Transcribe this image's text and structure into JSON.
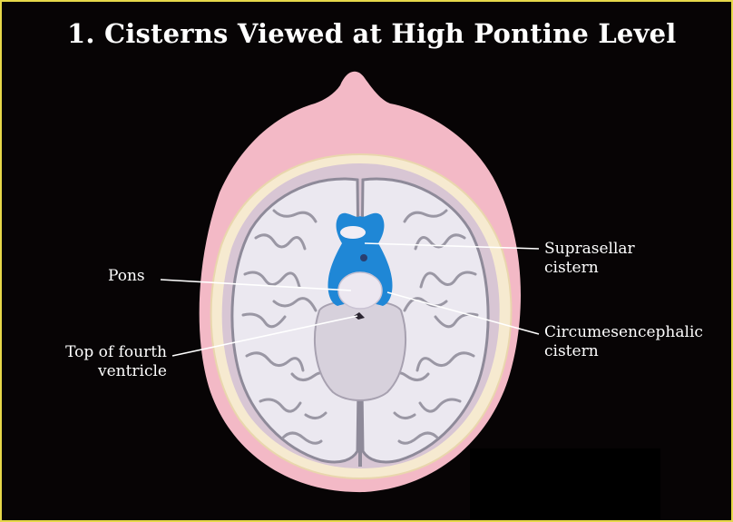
{
  "title": "1. Cisterns Viewed at High Pontine Level",
  "labels": {
    "pons": "Pons",
    "fourth_ventricle_line1": "Top of fourth",
    "fourth_ventricle_line2": "ventricle",
    "suprasellar_line1": "Suprasellar",
    "suprasellar_line2": "cistern",
    "circum_line1": "Circumesencephalic",
    "circum_line2": "cistern"
  },
  "colors": {
    "background": "#070405",
    "frame": "#e6d84a",
    "scalp": "#f3b9c6",
    "skull_edge": "#f7e8c4",
    "brain": "#e9e6ee",
    "sulci": "#9a97a4",
    "cistern": "#1f87d6"
  }
}
